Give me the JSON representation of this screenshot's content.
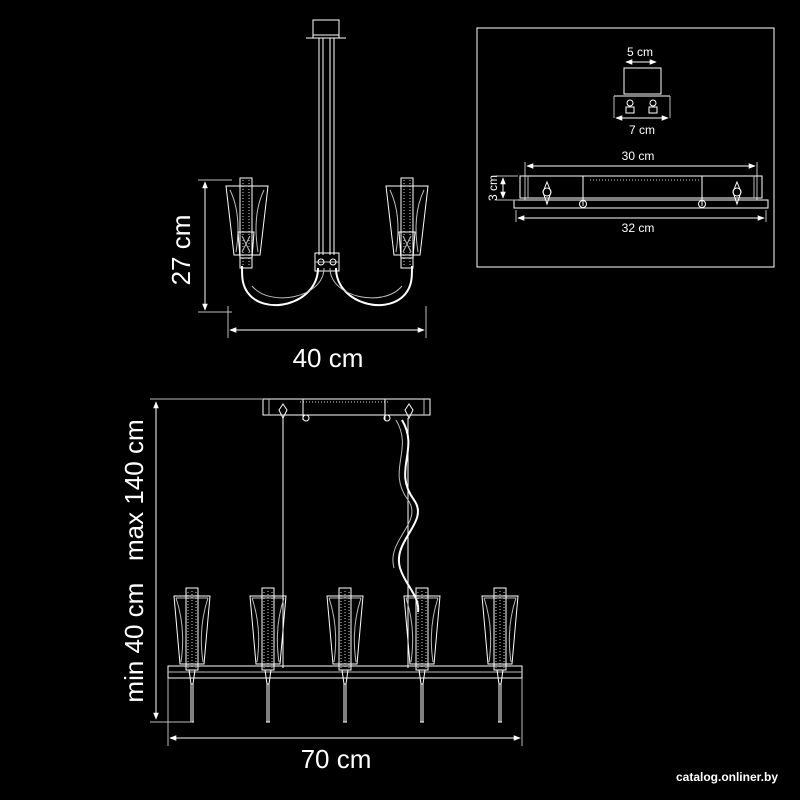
{
  "labels": {
    "side_height": "27 cm",
    "side_width": "40 cm",
    "canopy_top": "5 cm",
    "canopy_bottom": "7 cm",
    "plate_inner": "30 cm",
    "plate_height": "3 cm",
    "plate_outer": "32 cm",
    "front_height": "min 40 cm   max 140 cm",
    "front_width": "70 cm"
  },
  "watermark": "catalog.onliner.by",
  "colors": {
    "background": "#000000",
    "line": "#ffffff"
  }
}
